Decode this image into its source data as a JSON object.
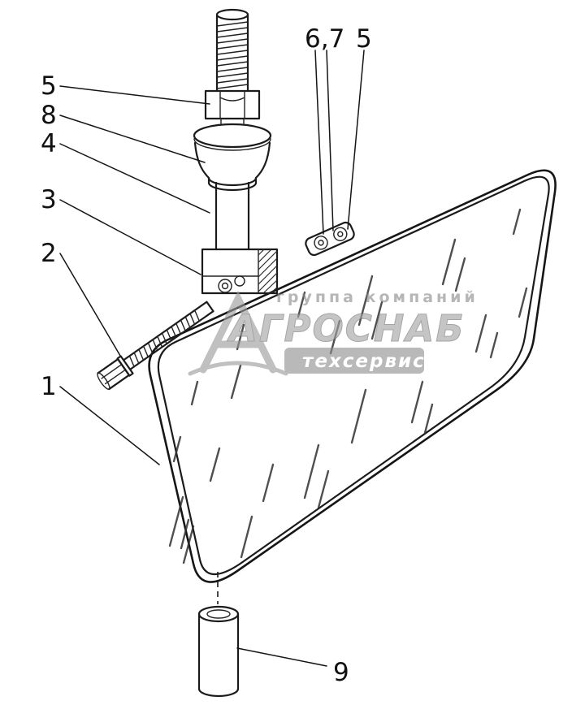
{
  "figure": {
    "background": "#ffffff",
    "line_color": "#1b1b1b",
    "description": "Exploded technical drawing of a rear-view mirror assembly with numbered callouts",
    "callouts": [
      {
        "id": "nut",
        "label": "5"
      },
      {
        "id": "washer-bell",
        "label": "8"
      },
      {
        "id": "stem",
        "label": "4"
      },
      {
        "id": "clamp",
        "label": "3"
      },
      {
        "id": "bolt",
        "label": "2"
      },
      {
        "id": "mirror-glass",
        "label": "1"
      },
      {
        "id": "edge-bracket",
        "label": "6,7"
      },
      {
        "id": "bracket-nut",
        "label": "5"
      },
      {
        "id": "sleeve",
        "label": "9"
      }
    ]
  },
  "watermark": {
    "line1": "группа компаний",
    "line2": "АГРОСНАБ",
    "line3": "техсервис",
    "color": "#8f8f8f"
  }
}
